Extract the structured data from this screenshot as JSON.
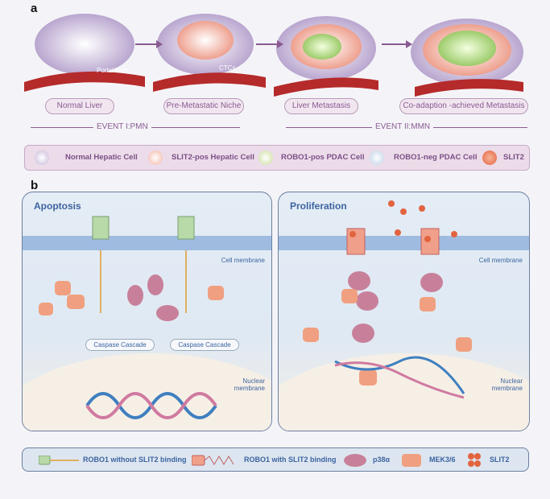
{
  "panel_a": {
    "label": "a",
    "stages": [
      "Normal Liver",
      "Pre-Metastatic Niche",
      "Liver Metastasis",
      "Co-adaption -achieved Metastasis"
    ],
    "annotations": {
      "portal_vein": "Portal Vein",
      "ctcs": "CTCs"
    },
    "events": [
      "EVENT I:PMN",
      "EVENT II:MMN"
    ],
    "legend": [
      {
        "label": "Normal Hepatic Cell",
        "color": "#c7b6d8"
      },
      {
        "label": "SLIT2-pos Hepatic Cell",
        "color": "#f2b3a3"
      },
      {
        "label": "ROBO1-pos PDAC Cell",
        "color": "#c9dd9a"
      },
      {
        "label": "ROBO1-neg PDAC Cell",
        "color": "#bcd0e6"
      },
      {
        "label": "SLIT2",
        "color": "#e2643f"
      }
    ]
  },
  "panel_b": {
    "label": "b",
    "left": {
      "title": "Apoptosis",
      "cell_membrane": "Cell membrane",
      "nuclear_membrane": "Nuclear membrane",
      "cascade": [
        "Caspase Cascade",
        "Caspase Cascade"
      ]
    },
    "right": {
      "title": "Proliferation",
      "cell_membrane": "Cell membrane",
      "nuclear_membrane": "Nuclear membrane"
    },
    "legend": [
      "ROBO1 without SLIT2 binding",
      "ROBO1 with SLIT2 binding",
      "p38α",
      "MEK3/6",
      "SLIT2"
    ]
  }
}
